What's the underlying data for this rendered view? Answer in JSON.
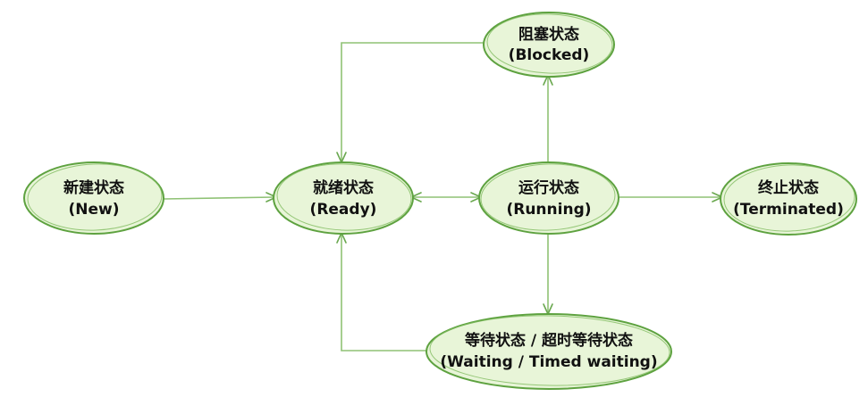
{
  "states": {
    "new": {
      "zh": "新建状态",
      "en": "(New)"
    },
    "ready": {
      "zh": "就绪状态",
      "en": "(Ready)"
    },
    "running": {
      "zh": "运行状态",
      "en": "(Running)"
    },
    "blocked": {
      "zh": "阻塞状态",
      "en": "(Blocked)"
    },
    "waiting": {
      "zh": "等待状态 / 超时等待状态",
      "en": "(Waiting / Timed waiting)"
    },
    "terminated": {
      "zh": "终止状态",
      "en": "(Terminated)"
    }
  },
  "colors": {
    "node_fill": "#e8f5d8",
    "node_stroke": "#5ea240",
    "edge": "#8fc275",
    "text": "#111111"
  }
}
